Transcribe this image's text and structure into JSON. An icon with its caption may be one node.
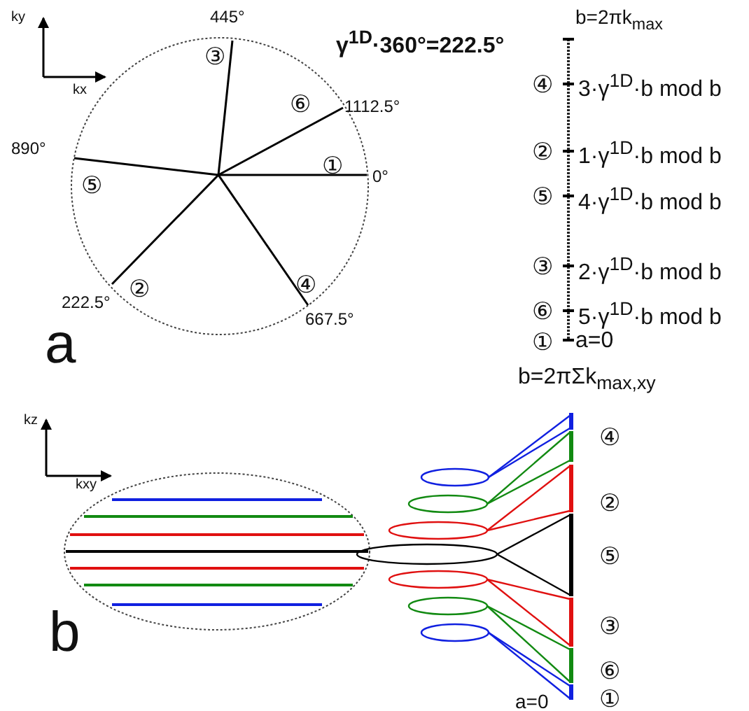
{
  "diagram": {
    "labels": [
      "ky",
      "445°",
      "γ$^{1D}$·360°=222.5°",
      "b=2πk$_{max}$",
      "③",
      "kx",
      "④",
      "3·γ$^{1D}$·b mod b",
      "⑥",
      "1112.5°",
      "890°",
      "②",
      "1·γ$^{1D}$·b mod b",
      "①",
      "0°",
      "⑤",
      "⑤",
      "4·γ$^{1D}$·b mod b",
      "③",
      "2·γ$^{1D}$·b mod b",
      "②",
      "④",
      "222.5°",
      "667.5°",
      "⑥",
      "5·γ$^{1D}$·b mod b",
      "①",
      "a=0",
      "a",
      "b=2πΣk$_{max,xy}$",
      "kz",
      "④",
      "kxy",
      "②",
      "⑤",
      "③",
      "b",
      "⑥",
      "a=0",
      "①"
    ]
  }
}
